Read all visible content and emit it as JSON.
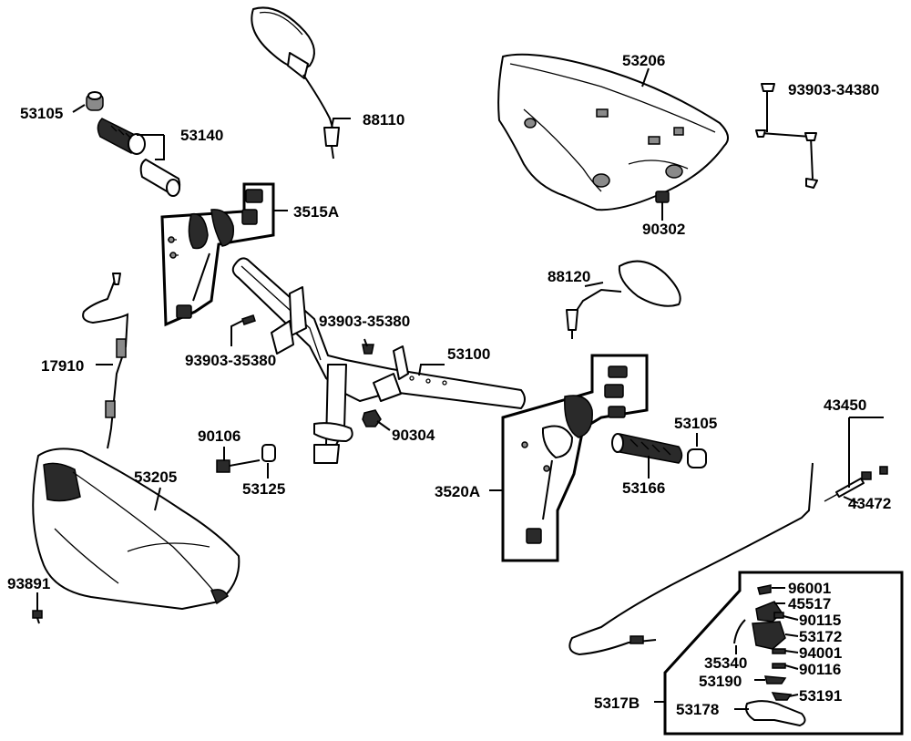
{
  "labels": {
    "l53105_top": "53105",
    "l53140": "53140",
    "l88110": "88110",
    "l53206": "53206",
    "l93903_34380": "93903-34380",
    "l3515A": "3515A",
    "l90302": "90302",
    "l88120": "88120",
    "l17910": "17910",
    "l93903_35380_a": "93903-35380",
    "l93903_35380_b": "93903-35380",
    "l53100": "53100",
    "l90106": "90106",
    "l90304": "90304",
    "l53105_right": "53105",
    "l43450": "43450",
    "l53125": "53125",
    "l53205": "53205",
    "l53166": "53166",
    "l3520A": "3520A",
    "l43472": "43472",
    "l93891": "93891",
    "l96001": "96001",
    "l45517": "45517",
    "l90115": "90115",
    "l53172": "53172",
    "l35340": "35340",
    "l94001": "94001",
    "l90116": "90116",
    "l53190": "53190",
    "l5317B": "5317B",
    "l53191": "53191",
    "l53178": "53178"
  }
}
